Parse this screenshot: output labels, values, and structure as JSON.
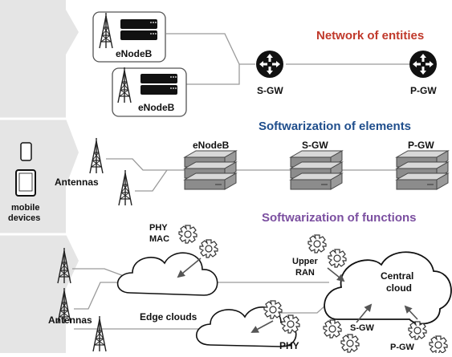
{
  "sections": {
    "network_of_entities": "Network of entities",
    "softwarization_of_elements": "Softwarization of elements",
    "softwarization_of_functions": "Softwarization of functions"
  },
  "row1": {
    "enodeb_top": "eNodeB",
    "enodeb_bottom": "eNodeB",
    "sgw": "S-GW",
    "pgw": "P-GW"
  },
  "row2": {
    "enodeb": "eNodeB",
    "sgw": "S-GW",
    "pgw": "P-GW",
    "antennas": "Antennas"
  },
  "row3": {
    "phy_mac_1": "PHY",
    "phy_mac_2": "MAC",
    "upper_ran_1": "Upper",
    "upper_ran_2": "RAN",
    "central_cloud_1": "Central",
    "central_cloud_2": "cloud",
    "edge_clouds": "Edge clouds",
    "phy": "PHY",
    "sgw": "S-GW",
    "pgw": "P-GW",
    "antennas": "Antennas"
  },
  "devices": {
    "label_1": "mobile",
    "label_2": "devices"
  },
  "colors": {
    "network_of_entities": "#c0392b",
    "softwarization_of_elements": "#1f4e8c",
    "softwarization_of_functions": "#7b4fa0",
    "band": "#e5e5e5",
    "line": "#9a9a9a"
  }
}
